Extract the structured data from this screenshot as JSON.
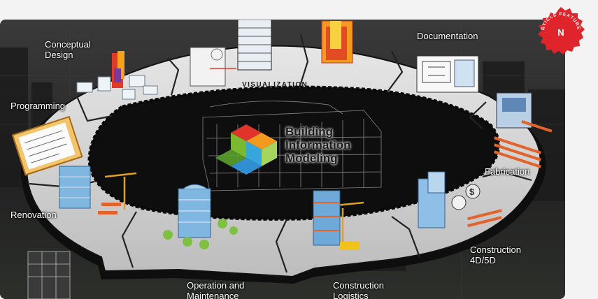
{
  "badge": {
    "text": "ARTICLE FEATURED",
    "letter": "N",
    "color": "#e0242b"
  },
  "center": {
    "line1": "Building",
    "line2": "Information",
    "line3": "Modeling"
  },
  "ring_label": "VISUALIZATION",
  "stages": {
    "conceptual_design": {
      "line1": "Conceptual",
      "line2": "Design"
    },
    "documentation": "Documentation",
    "programming": "Programming",
    "fabrication": "Fabrication",
    "renovation": "Renovation",
    "construction_4d5d": {
      "line1": "Construction",
      "line2": "4D/5D"
    },
    "operation_maintenance": {
      "line1": "Operation and",
      "line2": "Maintenance"
    },
    "construction_logistics": {
      "line1": "Construction",
      "line2": "Logistics"
    }
  },
  "colors": {
    "ring": "#d4d4d4",
    "ring_edge": "#111111",
    "background": "#2a2a2a",
    "cube_red": "#e0332a",
    "cube_orange": "#f19a1f",
    "cube_blue": "#35a7dc",
    "cube_green": "#7ab82f"
  },
  "icons": [
    "bim-cube-icon",
    "crane-icon",
    "building-icon",
    "tree-icon",
    "clipboard-icon",
    "blueprint-icon",
    "steel-beam-icon",
    "clock-icon",
    "dollar-icon"
  ]
}
